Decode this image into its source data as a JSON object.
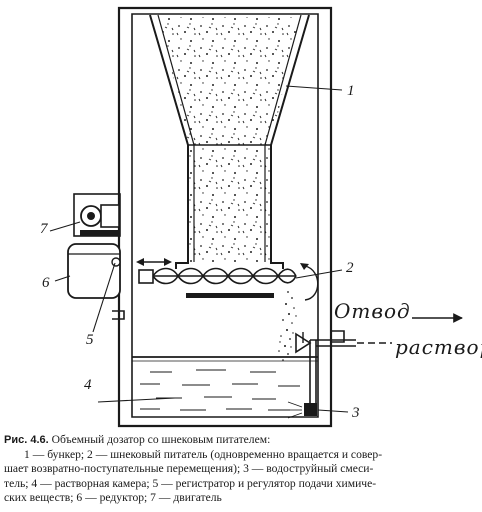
{
  "figure": {
    "labels": {
      "n1": "1",
      "n2": "2",
      "n3": "3",
      "n4": "4",
      "n5": "5",
      "n6": "6",
      "n7": "7"
    },
    "outlet_text_1": "Отвод",
    "outlet_text_2": "раствора"
  },
  "caption": {
    "title": "Рис. 4.6.",
    "title_rest": " Объемный дозатор со шнековым питателем:",
    "line2": "1 — бункер; 2 — шнековый питатель (одновременно вращается и совер-",
    "line3": "шает возвратно-поступательные перемещения); 3 — водоструйный смеси-",
    "line4": "тель; 4 — растворная камера; 5 — регистратор и регулятор подачи химиче-",
    "line5": "ских веществ; 6 — редуктор; 7 — двигатель"
  }
}
